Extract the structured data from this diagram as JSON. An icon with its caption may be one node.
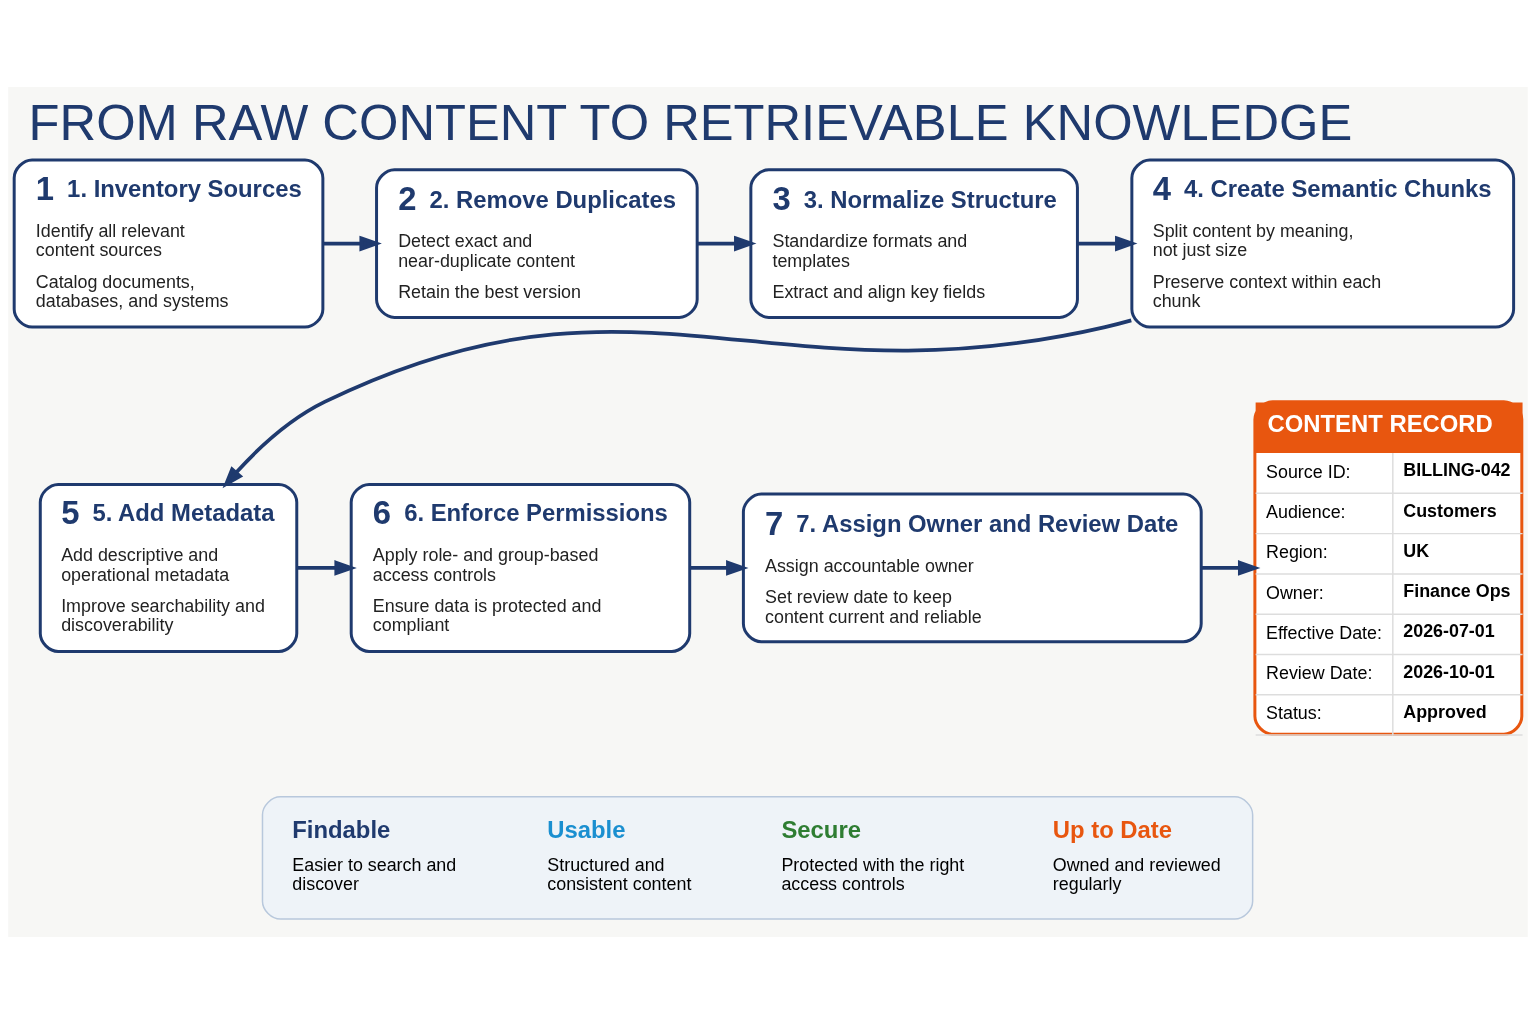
{
  "diagram": {
    "title": "FROM RAW CONTENT TO RETRIEVABLE KNOWLEDGE",
    "nodes": [
      {
        "text": [
          "1",
          "1. Inventory Sources",
          "Identify all relevant content sources",
          "Catalog documents, databases, and systems"
        ]
      },
      {
        "text": [
          "2",
          "2. Remove Duplicates",
          "Detect exact and near-duplicate content",
          "Retain the best version"
        ]
      },
      {
        "text": [
          "3",
          "3. Normalize Structure",
          "Standardize formats and templates",
          "Extract and align key fields"
        ]
      },
      {
        "text": [
          "4",
          "4. Create Semantic Chunks",
          "Split content by meaning, not just size",
          "Preserve context within each chunk"
        ]
      },
      {
        "text": [
          "5",
          "5. Add Metadata",
          "Add descriptive and operational metadata",
          "Improve searchability and discoverability"
        ]
      },
      {
        "text": [
          "6",
          "6. Enforce Permissions",
          "Apply role- and group-based access controls",
          "Ensure data is protected and compliant"
        ]
      },
      {
        "text": [
          "7",
          "7. Assign Owner and Review Date",
          "Assign accountable owner",
          "Set review date to keep content current and reliable"
        ]
      },
      {
        "text": [
          "CONTENT RECORD",
          "Source ID:",
          "BILLING-042",
          "Audience:",
          "Customers",
          "Region:",
          "UK",
          "Owner:",
          "Finance Ops",
          "Effective Date:",
          "2026-07-01",
          "Review Date:",
          "2026-10-01",
          "Status:",
          "Approved"
        ]
      },
      {
        "text": [],
        "shape": "box"
      },
      {
        "text": [
          "Findable",
          "Easier to search and discover"
        ],
        "in": 8
      },
      {
        "text": [
          "Usable",
          "Structured and consistent content"
        ],
        "in": 8
      },
      {
        "text": [
          "Secure",
          "Protected with the right access controls"
        ],
        "in": 8
      },
      {
        "text": [
          "Up to Date",
          "Owned and reviewed regularly"
        ],
        "in": 8
      }
    ],
    "edges": [
      {
        "from": 0,
        "to": 1,
        "arrow": "to"
      },
      {
        "from": 1,
        "to": 2,
        "arrow": "to"
      },
      {
        "from": 2,
        "to": 3,
        "arrow": "to"
      },
      {
        "from": 3,
        "to": 4,
        "arrow": "to"
      },
      {
        "from": 4,
        "to": 5,
        "arrow": "to"
      },
      {
        "from": 5,
        "to": 6,
        "arrow": "to"
      },
      {
        "from": 6,
        "to": 7,
        "arrow": "to"
      }
    ]
  }
}
